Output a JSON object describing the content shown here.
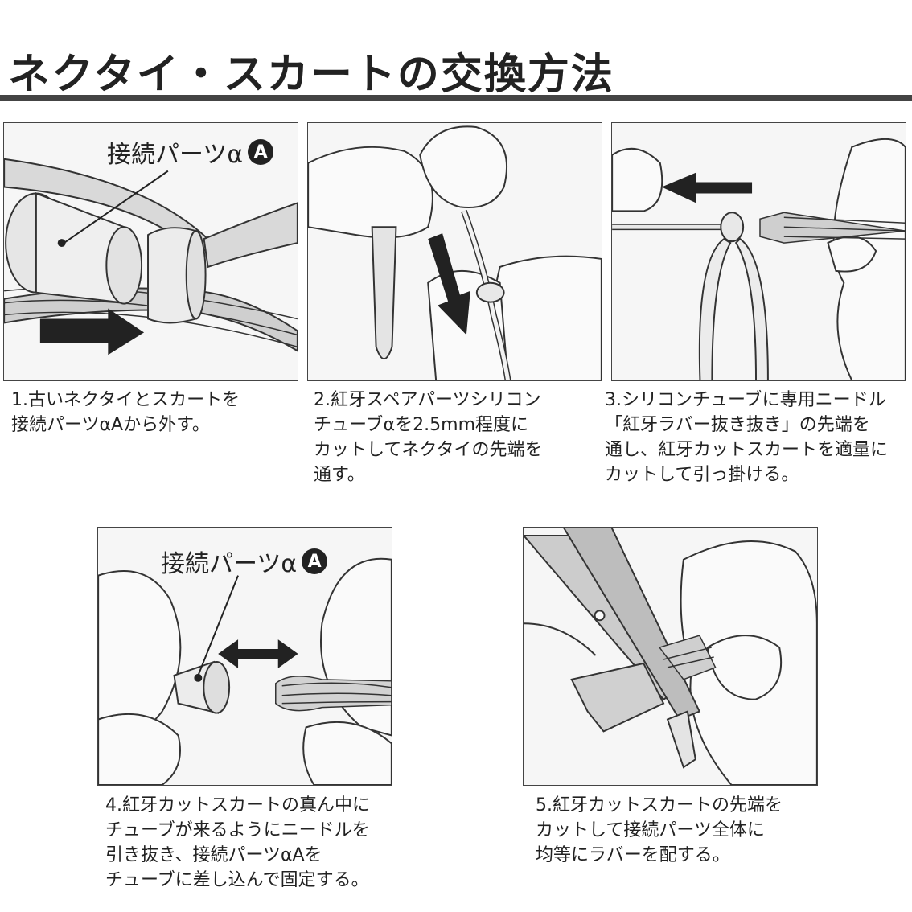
{
  "title": "ネクタイ・スカートの交換方法",
  "panels": [
    {
      "label_text": "接続パーツα",
      "label_badge": "A"
    },
    {},
    {},
    {
      "label_text": "接続パーツα",
      "label_badge": "A"
    },
    {}
  ],
  "steps": [
    {
      "text": "1.古いネクタイとスカートを\n接続パーツαAから外す。"
    },
    {
      "text": "2.紅牙スペアパーツシリコン\nチューブαを2.5mm程度に\nカットしてネクタイの先端を\n通す。"
    },
    {
      "text": "3.シリコンチューブに専用ニードル\n「紅牙ラバー抜き抜き」の先端を\n通し、紅牙カットスカートを適量に\nカットして引っ掛ける。"
    },
    {
      "text": "4.紅牙カットスカートの真ん中に\nチューブが来るようにニードルを\n引き抜き、接続パーツαAを\nチューブに差し込んで固定する。"
    },
    {
      "text": "5.紅牙カットスカートの先端を\nカットして接続パーツ全体に\n均等にラバーを配する。"
    }
  ]
}
